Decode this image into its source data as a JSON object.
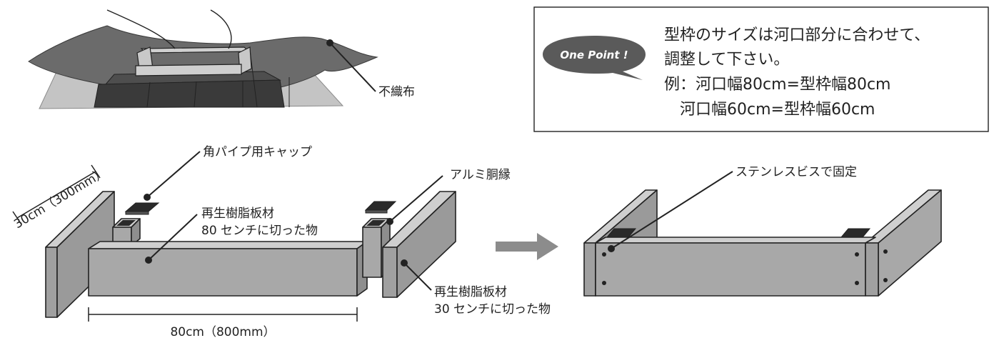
{
  "labels": {
    "fushokufu": "不織布",
    "cap": "角パイプ用キャップ",
    "alumi": "アルミ胴縁",
    "board80_line1": "再生樹脂板材",
    "board80_line2": "80 センチに切った物",
    "board30_line1": "再生樹脂板材",
    "board30_line2": "30 センチに切った物",
    "dim_vertical": "30cm（300mm）",
    "dim_horizontal": "80cm（800mm）",
    "screw": "ステンレスビスで固定"
  },
  "one_point": {
    "badge": "One Point !",
    "line1": "型枠のサイズは河口部分に合わせて、",
    "line2": "調整して下さい。",
    "line3": "例：河口幅80cm=型枠幅80cm",
    "line4": "　河口幅60cm=型枠幅60cm"
  },
  "colors": {
    "board_front": "#a8a8a8",
    "board_top": "#cfcfcf",
    "board_side": "#8e8e8e",
    "cloth": "#6b6b6b",
    "cloth_light": "#b5b5b5",
    "cap": "#2a2a2a",
    "arrow": "#8c8c8c"
  }
}
